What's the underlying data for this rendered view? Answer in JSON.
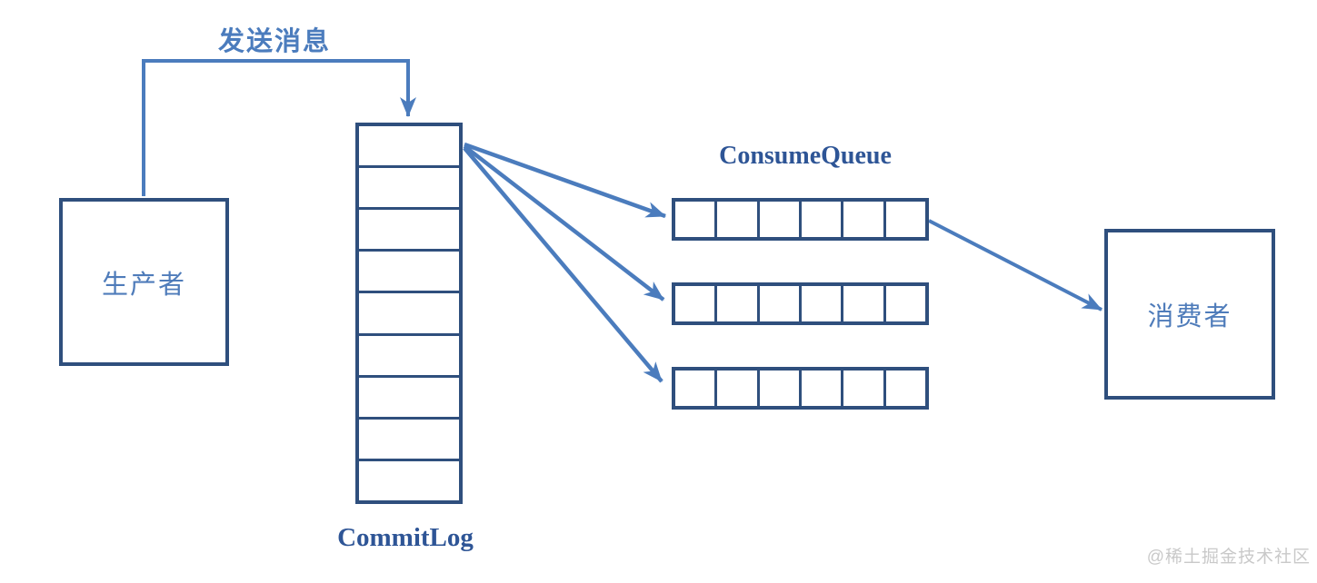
{
  "labels": {
    "send_message": "发送消息",
    "producer": "生产者",
    "commitlog": "CommitLog",
    "consume_queue": "ConsumeQueue",
    "consumer": "消费者"
  },
  "structure": {
    "commitlog_cell_count": 9,
    "consume_queue_rows": 3,
    "consume_queue_cells_per_row": 6
  },
  "watermark": "@稀土掘金技术社区",
  "colors": {
    "box-border": "#2f4f7d",
    "line-blue": "#4b7cbd",
    "node-text": "#4f7cba",
    "title-text": "#2e5596",
    "watermark-gray": "#c9c9c9",
    "background": "#ffffff"
  }
}
